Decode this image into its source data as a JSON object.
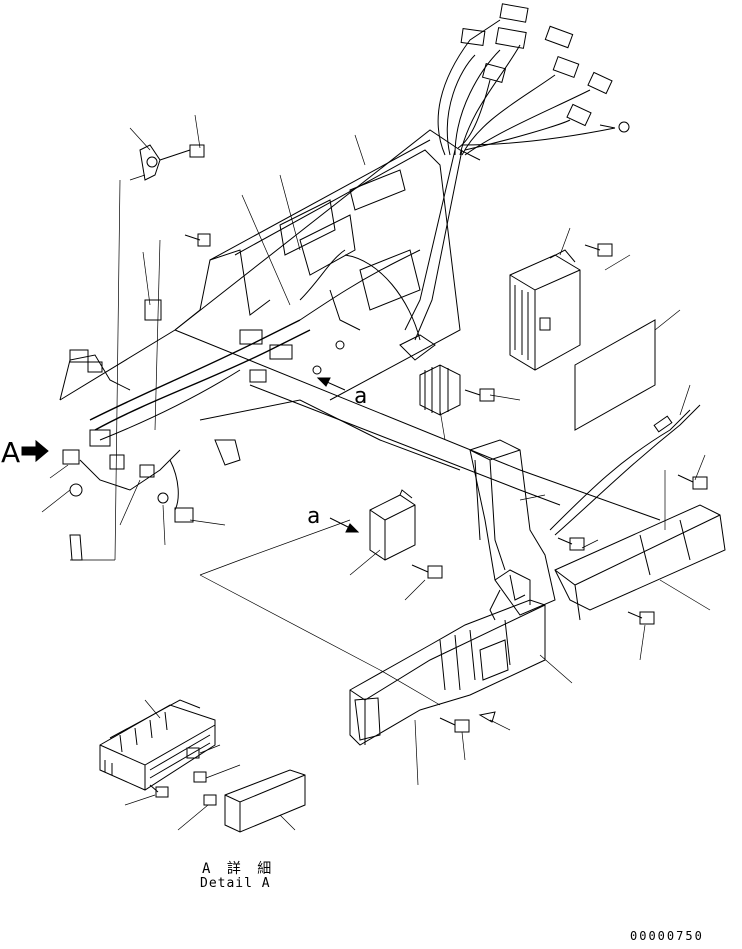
{
  "labels": {
    "view_a": "A",
    "arrow_a_upper": "a",
    "arrow_a_lower": "a"
  },
  "detail": {
    "title_jp": "A 詳 細",
    "title_en": "Detail A"
  },
  "drawing_number": "00000750",
  "colors": {
    "line": "#000000",
    "background": "#ffffff"
  }
}
